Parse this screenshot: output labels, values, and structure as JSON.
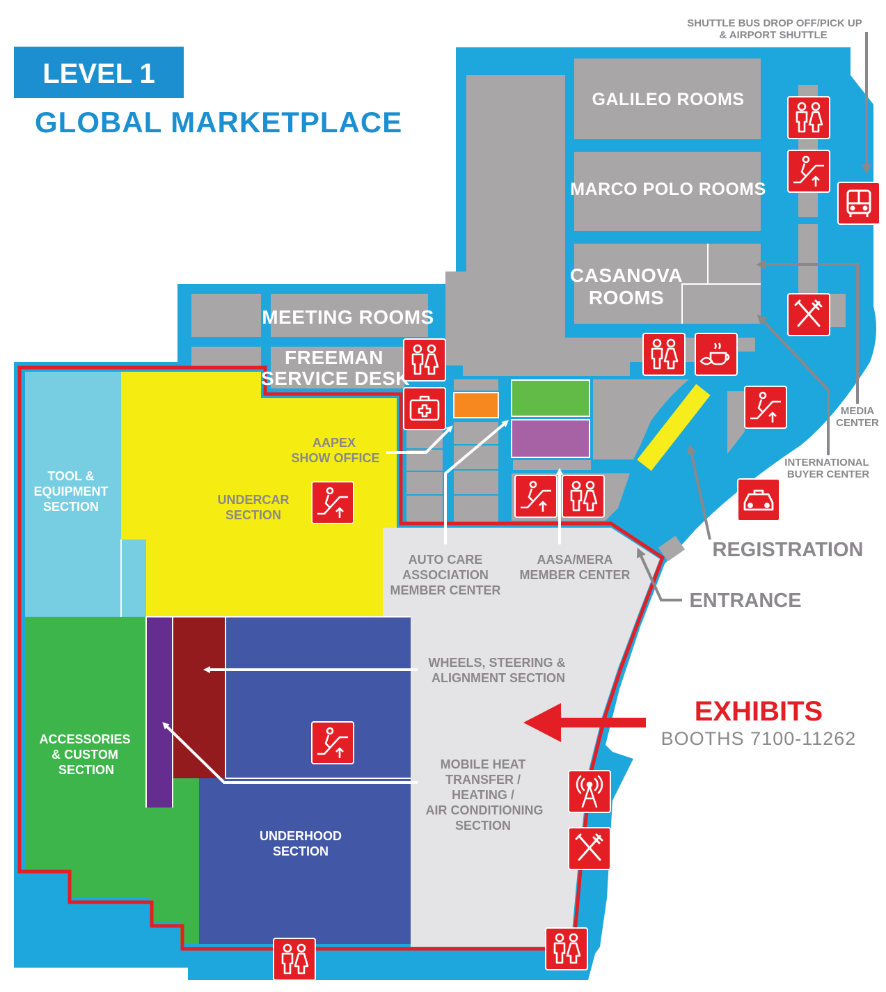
{
  "header": {
    "level": "LEVEL 1",
    "title": "GLOBAL MARKETPLACE"
  },
  "colors": {
    "water_blue": "#1da7dc",
    "header_blue": "#1b8fcf",
    "room_gray": "#a9a6a8",
    "exhibit_light": "#e4e3e6",
    "exhibit_border": "#e31e24",
    "icon_red": "#e31e24",
    "undercar": "#f5ec12",
    "tool": "#77cde2",
    "accessories": "#3db54a",
    "underhood": "#4357a7",
    "wheels": "#931b1e",
    "mobile_heat": "#662d91",
    "aapex_office": "#f7871f",
    "auto_care": "#62bb46",
    "aasa": "#a762a6",
    "registration": "#f7ec1c",
    "label_gray": "#8a888b"
  },
  "rooms": {
    "galileo": "GALILEO ROOMS",
    "marco_polo": "MARCO POLO ROOMS",
    "casanova_1": "CASANOVA",
    "casanova_2": "ROOMS",
    "meeting": "MEETING ROOMS",
    "freeman_1": "FREEMAN",
    "freeman_2": "SERVICE DESK"
  },
  "sections": {
    "tool_1": "TOOL &",
    "tool_2": "EQUIPMENT",
    "tool_3": "SECTION",
    "undercar_1": "UNDERCAR",
    "undercar_2": "SECTION",
    "accessories_1": "ACCESSORIES",
    "accessories_2": "& CUSTOM",
    "accessories_3": "SECTION",
    "underhood_1": "UNDERHOOD",
    "underhood_2": "SECTION"
  },
  "callouts": {
    "aapex_1": "AAPEX",
    "aapex_2": "SHOW OFFICE",
    "autocare_1": "AUTO CARE",
    "autocare_2": "ASSOCIATION",
    "autocare_3": "MEMBER CENTER",
    "aasa_1": "AASA/MERA",
    "aasa_2": "MEMBER CENTER",
    "wheels_1": "WHEELS, STEERING &",
    "wheels_2": "ALIGNMENT SECTION",
    "mobile_1": "MOBILE HEAT",
    "mobile_2": "TRANSFER /",
    "mobile_3": "HEATING /",
    "mobile_4": "AIR CONDITIONING",
    "mobile_5": "SECTION",
    "shuttle_1": "SHUTTLE BUS DROP OFF/PICK UP",
    "shuttle_2": "& AIRPORT SHUTTLE",
    "media_1": "MEDIA",
    "media_2": "CENTER",
    "intl_1": "INTERNATIONAL",
    "intl_2": "BUYER CENTER",
    "registration": "REGISTRATION",
    "entrance": "ENTRANCE"
  },
  "exhibits": {
    "title": "EXHIBITS",
    "booths": "BOOTHS 7100-11262"
  },
  "icons": [
    "restroom-icon",
    "escalator-icon",
    "bus-icon",
    "dining-icon",
    "cafe-icon",
    "first-aid-icon",
    "taxi-icon",
    "wifi-tower-icon"
  ]
}
